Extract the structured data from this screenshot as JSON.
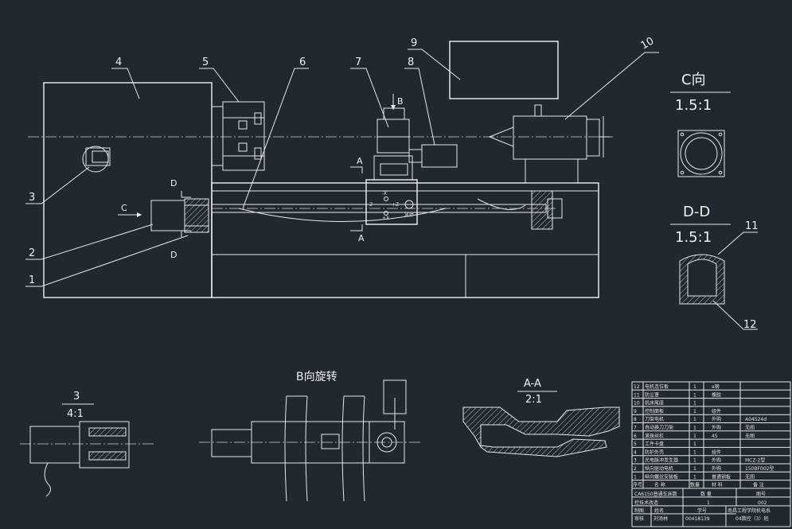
{
  "balloons": [
    "1",
    "2",
    "3",
    "4",
    "5",
    "6",
    "7",
    "8",
    "9",
    "10",
    "11",
    "12"
  ],
  "view_letters": {
    "A": "A",
    "B": "B",
    "C": "C",
    "D": "D"
  },
  "stepper_pad": {
    "minus_x": "-X",
    "minus_z": "-Z",
    "plus_z": "+Z",
    "plus_x": "+X",
    "stop": "急停"
  },
  "views": {
    "c_view": {
      "title": "C向",
      "scale": "1.5:1"
    },
    "dd_view": {
      "title": "D-D",
      "scale": "1.5:1"
    },
    "detail3": {
      "title": "3",
      "scale": "4:1"
    },
    "b_view": {
      "title": "B向旋转"
    },
    "aa_view": {
      "title": "A-A",
      "scale": "2:1"
    }
  },
  "bom": {
    "rows": [
      {
        "no": "12",
        "name": "电机连位板",
        "qty": "1",
        "mat": "a钢",
        "note": ""
      },
      {
        "no": "11",
        "name": "防尘罩",
        "qty": "1",
        "mat": "橡胶",
        "note": ""
      },
      {
        "no": "10",
        "name": "机床尾座",
        "qty": "1",
        "mat": "",
        "note": ""
      },
      {
        "no": "9",
        "name": "控制面板",
        "qty": "1",
        "mat": "组件",
        "note": ""
      },
      {
        "no": "8",
        "name": "刀架电机",
        "qty": "1",
        "mat": "外购",
        "note": "A04524d"
      },
      {
        "no": "7",
        "name": "自动换刀刀架",
        "qty": "1",
        "mat": "外购",
        "note": "无图"
      },
      {
        "no": "6",
        "name": "滚珠丝杠",
        "qty": "1",
        "mat": "45",
        "note": "无图"
      },
      {
        "no": "5",
        "name": "工件卡盘",
        "qty": "1",
        "mat": "",
        "note": ""
      },
      {
        "no": "4",
        "name": "防护外壳",
        "qty": "1",
        "mat": "组件",
        "note": ""
      },
      {
        "no": "3",
        "name": "光电脉冲发生器",
        "qty": "1",
        "mat": "外购",
        "note": "MCZ-2型"
      },
      {
        "no": "2",
        "name": "纵向驱动电机",
        "qty": "1",
        "mat": "外购",
        "note": "150BF002型"
      },
      {
        "no": "1",
        "name": "纵向螺丝安装板",
        "qty": "1",
        "mat": "普通钢板",
        "note": "无图"
      }
    ],
    "header": {
      "no": "序号",
      "name": "名    称",
      "qty": "数量",
      "mat": "材    料",
      "note": "备  注"
    },
    "title_main": "CA6150普通车床数",
    "title_sub": "控技术改造",
    "col_qty": "数  量",
    "col_drawing": "图号",
    "qty_val": "1",
    "drawing_val": "002",
    "drawn_label": "制图",
    "name_label": "姓名",
    "id_label": "学号",
    "reviewer_label": "审核",
    "reviewer_name": "刘汤林",
    "student_id": "00418139",
    "school": "南昌工程学院机电系",
    "class": "04数控（3）班"
  }
}
